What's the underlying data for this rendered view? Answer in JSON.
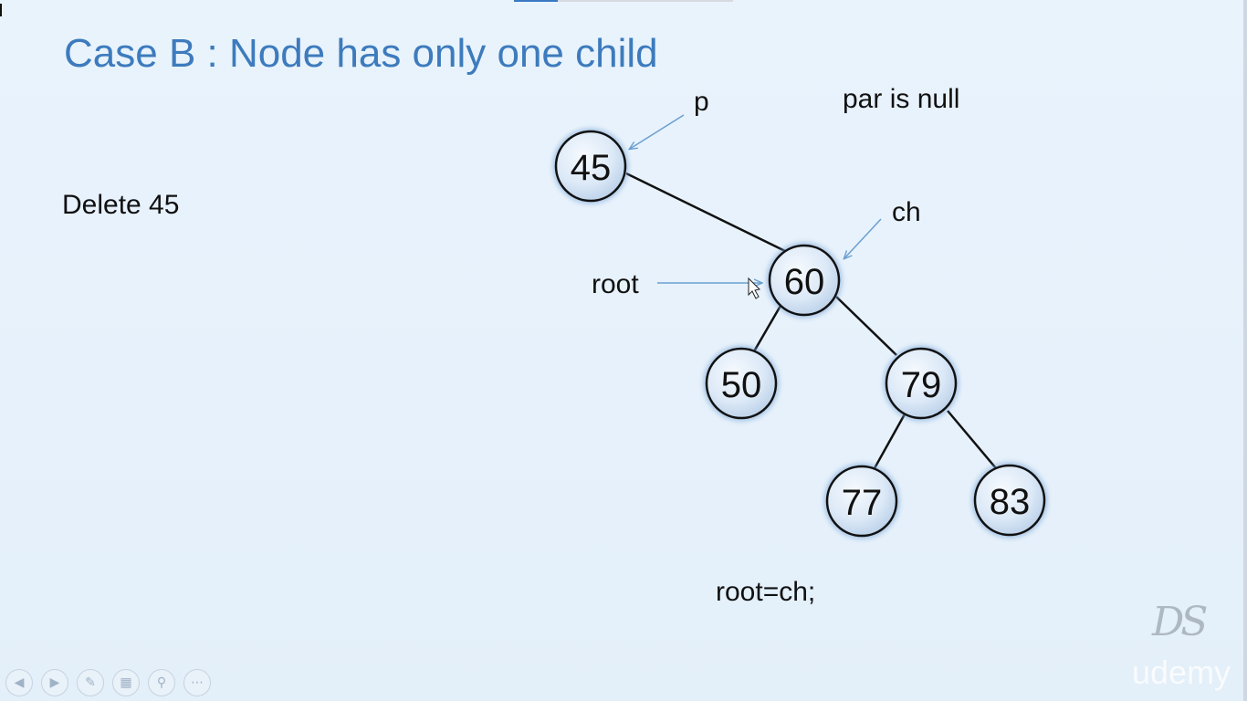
{
  "slide": {
    "title": "Case B : Node has only one child",
    "instruction": "Delete 45",
    "code": "root=ch;"
  },
  "annotations": {
    "p": "p",
    "par_status": "par is null",
    "ch": "ch",
    "root": "root"
  },
  "tree": {
    "nodes": [
      {
        "id": "n45",
        "label": "45"
      },
      {
        "id": "n60",
        "label": "60"
      },
      {
        "id": "n50",
        "label": "50"
      },
      {
        "id": "n79",
        "label": "79"
      },
      {
        "id": "n77",
        "label": "77"
      },
      {
        "id": "n83",
        "label": "83"
      }
    ],
    "edges": [
      [
        "n45",
        "n60"
      ],
      [
        "n60",
        "n50"
      ],
      [
        "n60",
        "n79"
      ],
      [
        "n79",
        "n77"
      ],
      [
        "n79",
        "n83"
      ]
    ]
  },
  "nav_icons": [
    "previous-icon",
    "next-icon",
    "pen-icon",
    "slides-icon",
    "zoom-icon",
    "more-icon"
  ],
  "branding": {
    "logo_text": "DS",
    "watermark": "udemy"
  },
  "colors": {
    "title": "#3d7bbd",
    "node_fill": "#dbe8f6",
    "arrow": "#6a9fd0"
  }
}
